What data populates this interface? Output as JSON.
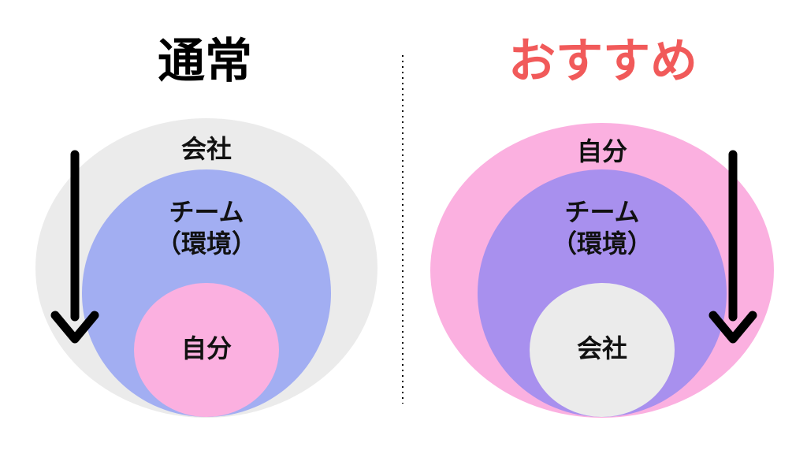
{
  "headings": {
    "normal": "通常",
    "recommended": "おすすめ"
  },
  "left": {
    "outer": "会社",
    "middle_line1": "チーム",
    "middle_line2": "（環境）",
    "inner": "自分"
  },
  "right": {
    "outer": "自分",
    "middle_line1": "チーム",
    "middle_line2": "（環境）",
    "inner": "会社"
  },
  "colors": {
    "company_gray": "#ebebeb",
    "team_blue": "#a2aef2",
    "self_pink": "#fbb0e0",
    "team_purple": "#a890ee",
    "accent_red": "#f15a5a",
    "arrow": "#000000"
  }
}
